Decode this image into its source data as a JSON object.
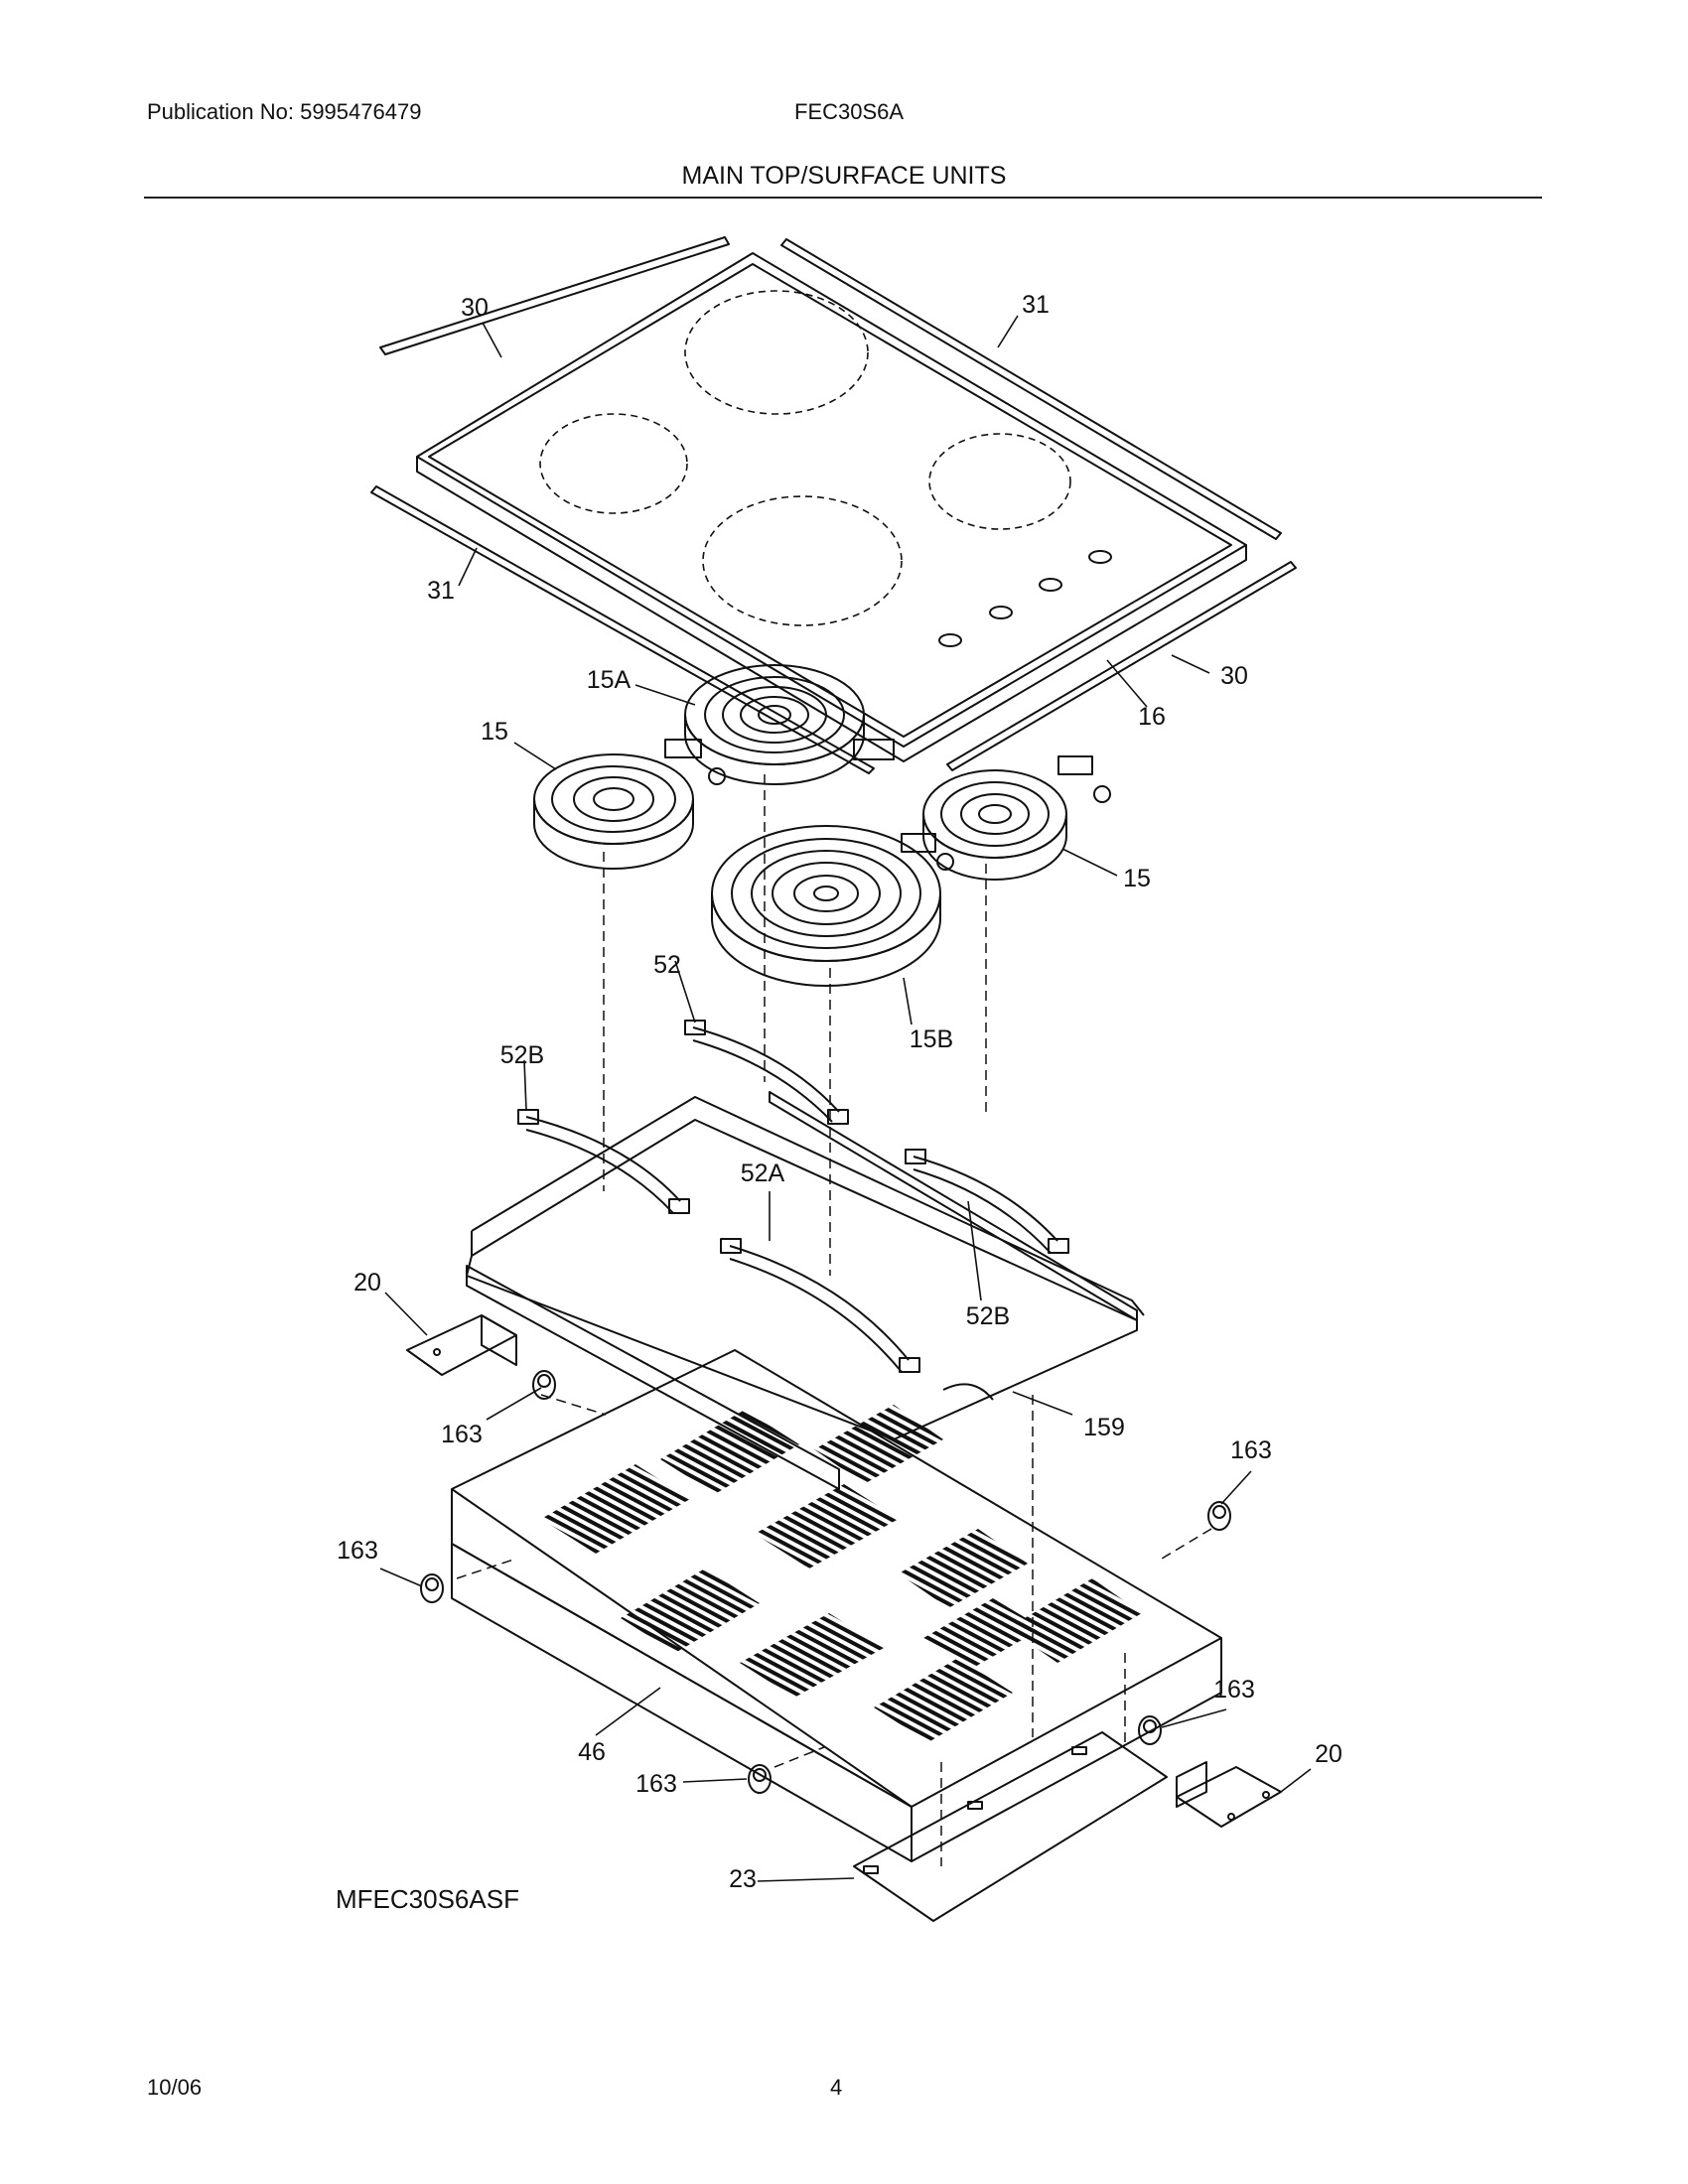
{
  "header": {
    "publication": "Publication No: 5995476479",
    "model": "FEC30S6A",
    "section_title": "MAIN TOP/SURFACE UNITS"
  },
  "diagram": {
    "callouts": [
      {
        "id": "c30a",
        "label": "30"
      },
      {
        "id": "c31a",
        "label": "31"
      },
      {
        "id": "c31b",
        "label": "31"
      },
      {
        "id": "c30b",
        "label": "30"
      },
      {
        "id": "c16",
        "label": "16"
      },
      {
        "id": "c15A",
        "label": "15A"
      },
      {
        "id": "c15a",
        "label": "15"
      },
      {
        "id": "c15b",
        "label": "15"
      },
      {
        "id": "c15B",
        "label": "15B"
      },
      {
        "id": "c52",
        "label": "52"
      },
      {
        "id": "c52Ba",
        "label": "52B"
      },
      {
        "id": "c52A",
        "label": "52A"
      },
      {
        "id": "c52Bb",
        "label": "52B"
      },
      {
        "id": "c20a",
        "label": "20"
      },
      {
        "id": "c163a",
        "label": "163"
      },
      {
        "id": "c159",
        "label": "159"
      },
      {
        "id": "c163b",
        "label": "163"
      },
      {
        "id": "c163c",
        "label": "163"
      },
      {
        "id": "c163d",
        "label": "163"
      },
      {
        "id": "c46",
        "label": "46"
      },
      {
        "id": "c163e",
        "label": "163"
      },
      {
        "id": "c20b",
        "label": "20"
      },
      {
        "id": "c23",
        "label": "23"
      }
    ],
    "drawing_id": "MFEC30S6ASF"
  },
  "footer": {
    "date": "10/06",
    "page": "4"
  }
}
